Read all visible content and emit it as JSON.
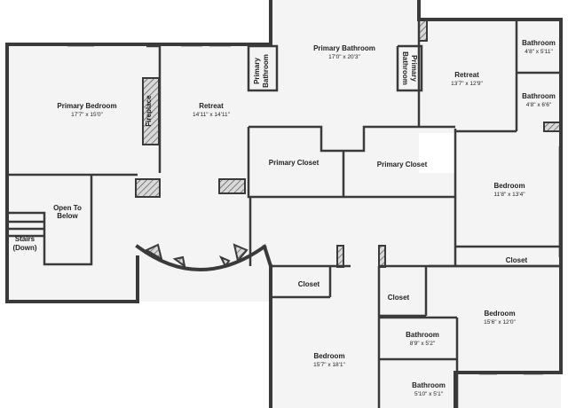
{
  "rooms": {
    "primary_bedroom": {
      "name": "Primary Bedroom",
      "dims": "17'7\" x 15'0\""
    },
    "retreat_left": {
      "name": "Retreat",
      "dims": "14'11\" x 14'11\""
    },
    "fireplace": {
      "name": "Fireplace"
    },
    "primary_bathroom_small": {
      "name_line1": "Primary",
      "name_line2": "Bathroom"
    },
    "primary_bathroom_main": {
      "name": "Primary Bathroom",
      "dims": "17'0\" x 20'3\""
    },
    "primary_bathroom_right": {
      "name_line1": "Primary",
      "name_line2": "Bathroom"
    },
    "retreat_right": {
      "name": "Retreat",
      "dims": "13'7\" x 12'9\""
    },
    "bathroom_top": {
      "name": "Bathroom",
      "dims": "4'8\" x 5'11\""
    },
    "bathroom_second": {
      "name": "Bathroom",
      "dims": "4'8\" x 6'6\""
    },
    "primary_closet_left": {
      "name": "Primary Closet"
    },
    "primary_closet_right": {
      "name": "Primary Closet"
    },
    "bedroom_right": {
      "name": "Bedroom",
      "dims": "11'8\" x 13'4\""
    },
    "closet_right": {
      "name": "Closet"
    },
    "open_to_below": {
      "name_line1": "Open To",
      "name_line2": "Below"
    },
    "stairs": {
      "name_line1": "Stairs",
      "name_line2": "(Down)"
    },
    "closet_middle": {
      "name": "Closet"
    },
    "closet_small": {
      "name": "Closet"
    },
    "bedroom_lower_right": {
      "name": "Bedroom",
      "dims": "15'6\" x 12'0\""
    },
    "bathroom_lower": {
      "name": "Bathroom",
      "dims": "8'9\" x 5'2\""
    },
    "bathroom_bottom": {
      "name": "Bathroom",
      "dims": "5'10\" x 5'1\""
    },
    "bedroom_bottom": {
      "name": "Bedroom",
      "dims": "15'7\" x 18'1\""
    }
  },
  "colors": {
    "wall": "#3a3a3a",
    "floor": "#f4f4f4",
    "window": "#b8b8b8"
  }
}
